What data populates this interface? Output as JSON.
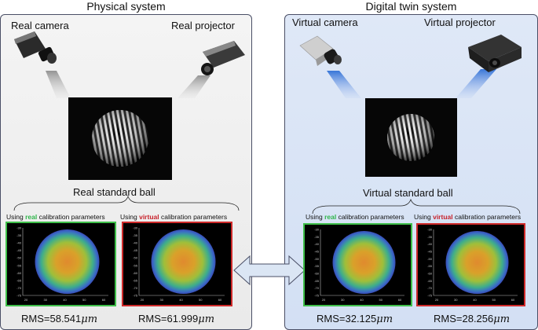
{
  "physical": {
    "title": "Physical system",
    "camera_label": "Real camera",
    "projector_label": "Real projector",
    "ball_label": "Real standard ball",
    "plots": [
      {
        "prefix": "Using ",
        "highlight": "real",
        "suffix": " calibration parameters",
        "rms_text": "RMS=58.541",
        "rms_unit": "μm",
        "highlight_color": "#2fb54a"
      },
      {
        "prefix": "Using ",
        "highlight": "virtual",
        "suffix": " calibration parameters",
        "rms_text": "RMS=61.999",
        "rms_unit": "μm",
        "highlight_color": "#c8232c"
      }
    ]
  },
  "digital": {
    "title": "Digital twin system",
    "camera_label": "Virtual camera",
    "projector_label": "Virtual projector",
    "ball_label": "Virtual standard ball",
    "plots": [
      {
        "prefix": "Using ",
        "highlight": "real",
        "suffix": " calibration parameters",
        "rms_text": "RMS=32.125",
        "rms_unit": "μm",
        "highlight_color": "#2fb54a"
      },
      {
        "prefix": "Using ",
        "highlight": "virtual",
        "suffix": " calibration parameters",
        "rms_text": "RMS=28.256",
        "rms_unit": "μm",
        "highlight_color": "#c8232c"
      }
    ]
  },
  "plot_axes": {
    "y_ticks": [
      "-30",
      "-35",
      "-40",
      "-45",
      "-50",
      "-55",
      "-60",
      "-65",
      "-70",
      "-75"
    ],
    "x_ticks": [
      "20",
      "30",
      "40",
      "50",
      "60"
    ]
  },
  "colors": {
    "physical_panel": "#eeeeee",
    "digital_panel": "#d8e3f5",
    "panel_border": "#4a4f66",
    "real_frame": "#3fbf4a",
    "virtual_frame": "#cf2a2a",
    "arrow_fill": "#dbe6f4"
  }
}
